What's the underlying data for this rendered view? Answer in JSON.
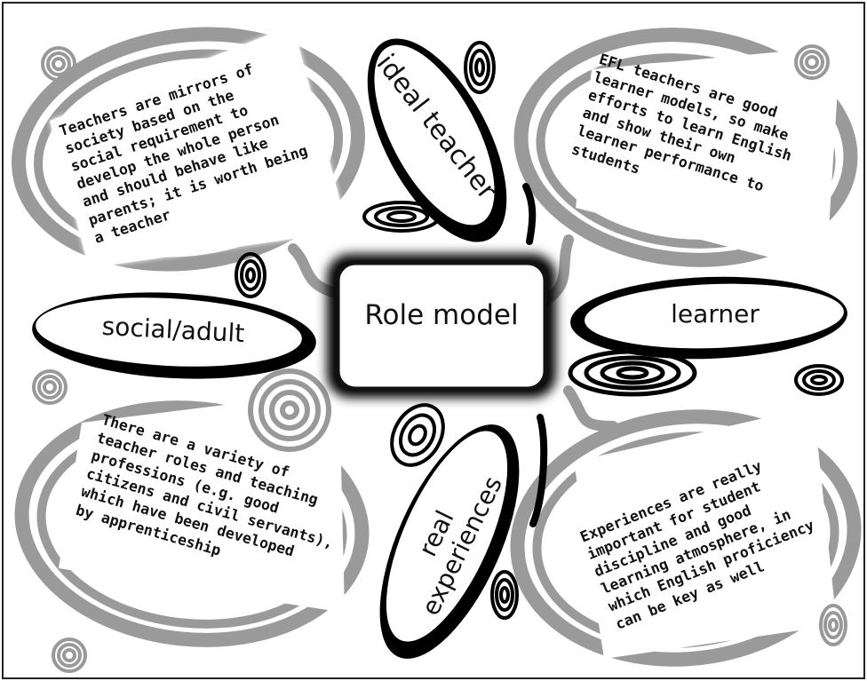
{
  "center": {
    "label": "Role model"
  },
  "categories": {
    "ideal_teacher": "ideal teacher",
    "social_adult": "social/adult",
    "learner": "learner",
    "real_experiences": "real\nexperiences"
  },
  "notes": {
    "top_left": "Teachers are mirrors of\nsociety based on the\nsocial requirement to\ndevelop the whole person\nand should behave like\nparents; it is worth being\na teacher",
    "top_right": "EFL teachers are good\nlearner models, so make\nefforts to learn English\nand show their own\nlearner performance to\nstudents",
    "bottom_left": "There are a variety of\nteacher roles and teaching\nprofessions (e.g. good\ncitizens and civil servants),\nwhich have been developed\nby apprenticeship",
    "bottom_right": "Experiences are really\nimportant for student\ndiscipline and good\nlearning atmosphere, in\nwhich English proficiency\ncan be key as well"
  },
  "colors": {
    "ring": "#9a9a9a",
    "ink": "#111111",
    "paper": "#ffffff",
    "frame": "#222222"
  }
}
